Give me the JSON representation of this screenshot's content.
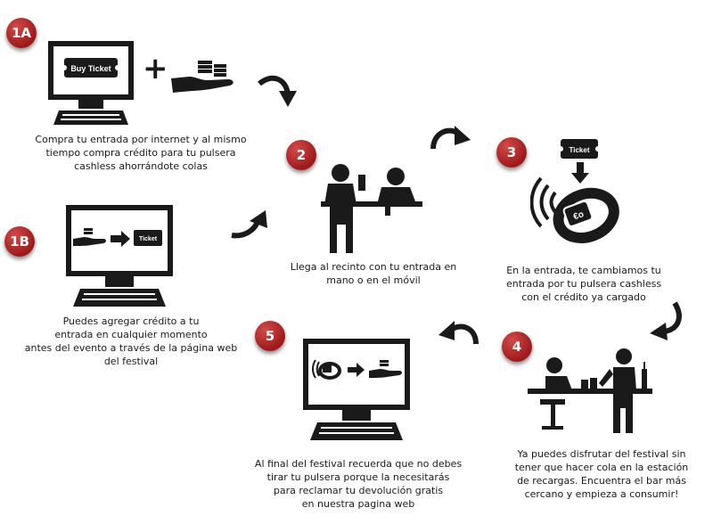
{
  "steps": {
    "s1a": {
      "badge": "1A",
      "ticket_label": "Buy Ticket",
      "caption": [
        "Compra tu entrada por internet y al mismo",
        "tiempo compra crédito para tu pulsera",
        "cashless ahorrándote colas"
      ]
    },
    "s1b": {
      "badge": "1B",
      "ticket_label": "Ticket",
      "caption": [
        "Puedes agregar crédito a tu",
        "entrada en cualquier momento",
        "antes del evento a través de la página web",
        "del festival"
      ]
    },
    "s2": {
      "badge": "2",
      "caption": [
        "Llega al recinto con tu entrada en",
        "mano o en el móvil"
      ]
    },
    "s3": {
      "badge": "3",
      "ticket_label": "Ticket",
      "euro_label": "€o",
      "caption": [
        "En la entrada, te cambiamos tu",
        "entrada por tu pulsera cashless",
        "con el crédito ya cargado"
      ]
    },
    "s4": {
      "badge": "4",
      "caption": [
        "Ya puedes disfrutar del festival sin",
        "tener que hacer cola en la estación",
        "de recargas.  Encuentra el bar más",
        "cercano y empieza a consumir!"
      ]
    },
    "s5": {
      "badge": "5",
      "caption": [
        "Al final del festival recuerda que no debes",
        "tirar tu pulsera porque la necesitarás",
        "para reclamar tu devolución gratis",
        "en nuestra pagina web"
      ]
    }
  },
  "colors": {
    "badge": "#b02828",
    "icon": "#1a1a1a",
    "screen": "#ffffff"
  }
}
